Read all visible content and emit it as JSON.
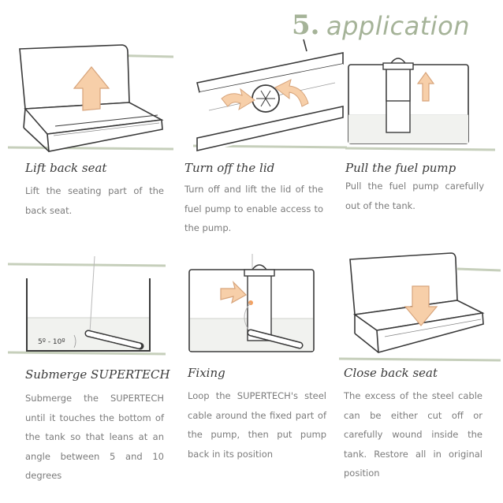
{
  "header": {
    "number": "5.",
    "title": "application"
  },
  "steps": [
    {
      "title": "Lift back seat",
      "description": "Lift the seating part of the back seat."
    },
    {
      "title": "Turn off the lid",
      "description": "Turn off and lift the lid of the fuel pump to enable access to the pump."
    },
    {
      "title": "Pull the fuel pump",
      "description": "Pull the fuel pump carefully out of the tank."
    },
    {
      "title": "Submerge SUPERTECH",
      "description": "Submerge the SUPERTECH until it touches the bottom of the tank so that leans at an angle between 5 and 10 degrees",
      "angle_label": "5º - 10º"
    },
    {
      "title": "Fixing",
      "description": "Loop the SUPERTECH's steel cable around the fixed part of the pump, then put pump back in its position"
    },
    {
      "title": "Close back seat",
      "description": "The excess of the steel cable can be either cut off or carefully wound inside the tank. Restore all in original position"
    }
  ],
  "colors": {
    "accent": "#a5b398",
    "arrow": "#f2b98a",
    "ink": "#3a3a3a",
    "text": "#7b7b7b"
  }
}
